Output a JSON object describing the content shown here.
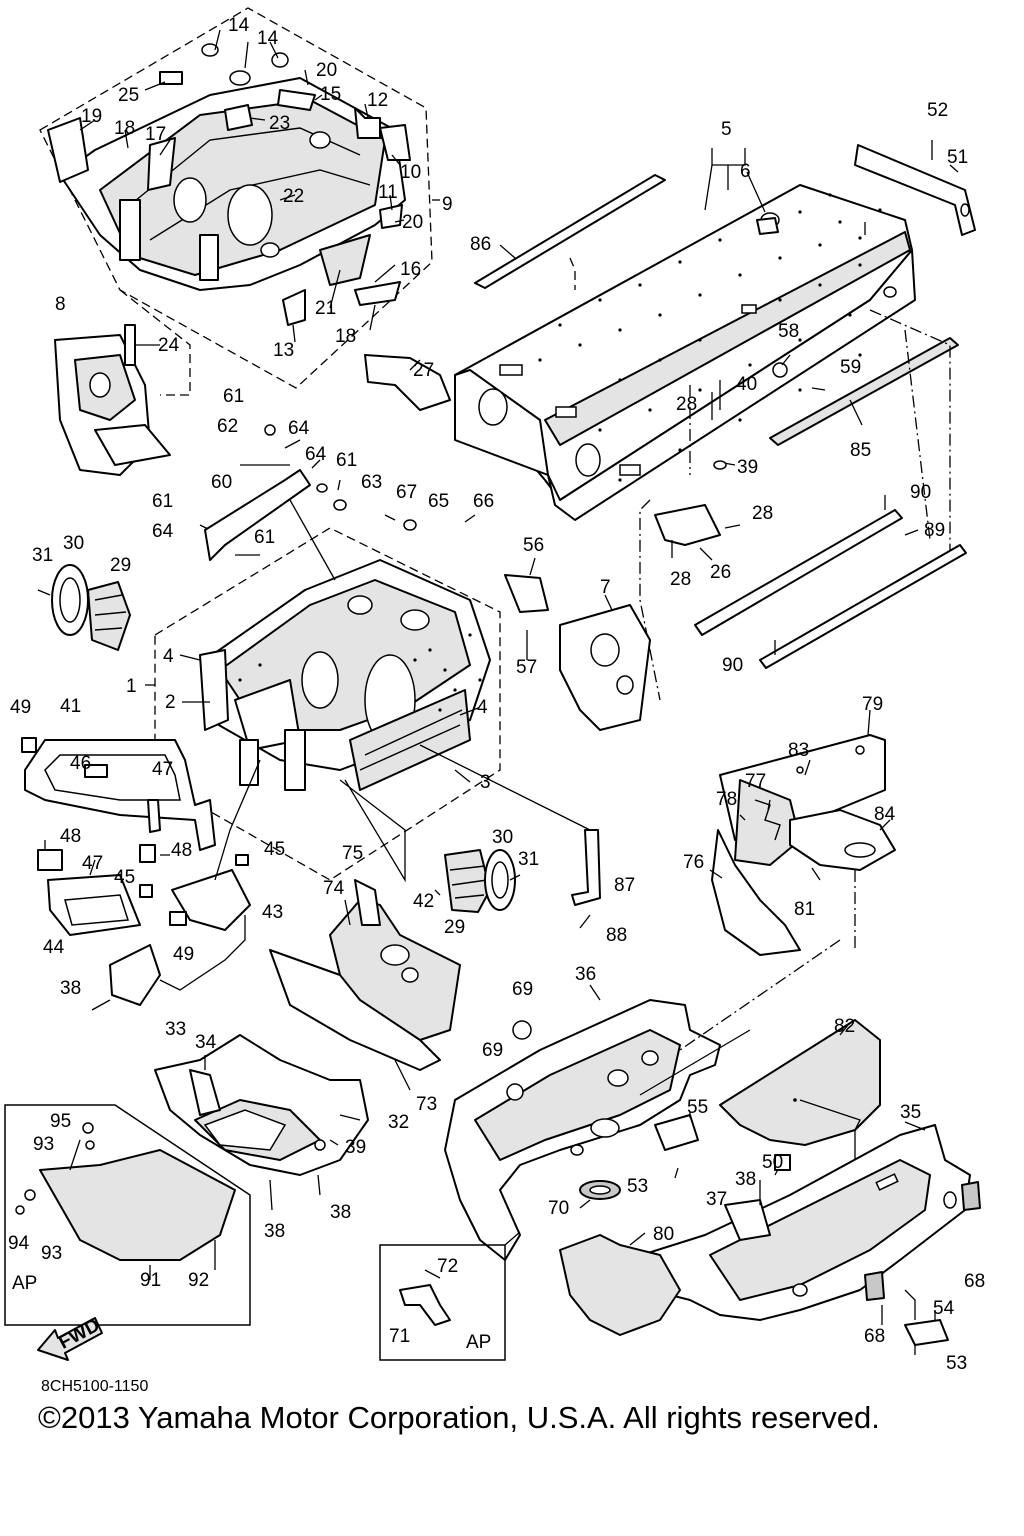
{
  "diagram": {
    "part_number": "8CH5100-1150",
    "copyright": "©2013 Yamaha Motor Corporation, U.S.A. All rights reserved.",
    "direction_label": "FWD",
    "ap_label": "AP",
    "callouts": [
      "1",
      "2",
      "3",
      "4",
      "5",
      "6",
      "7",
      "8",
      "9",
      "10",
      "11",
      "12",
      "13",
      "14",
      "15",
      "16",
      "17",
      "18",
      "19",
      "20",
      "21",
      "22",
      "23",
      "24",
      "25",
      "26",
      "27",
      "28",
      "29",
      "30",
      "31",
      "32",
      "33",
      "34",
      "35",
      "36",
      "37",
      "38",
      "39",
      "40",
      "41",
      "42",
      "43",
      "44",
      "45",
      "46",
      "47",
      "48",
      "49",
      "50",
      "51",
      "52",
      "53",
      "54",
      "55",
      "56",
      "57",
      "58",
      "59",
      "60",
      "61",
      "62",
      "63",
      "64",
      "65",
      "66",
      "67",
      "68",
      "69",
      "70",
      "71",
      "72",
      "73",
      "74",
      "75",
      "76",
      "77",
      "78",
      "79",
      "80",
      "81",
      "82",
      "83",
      "84",
      "85",
      "86",
      "87",
      "88",
      "89",
      "90",
      "91",
      "92",
      "93",
      "94",
      "95"
    ]
  }
}
